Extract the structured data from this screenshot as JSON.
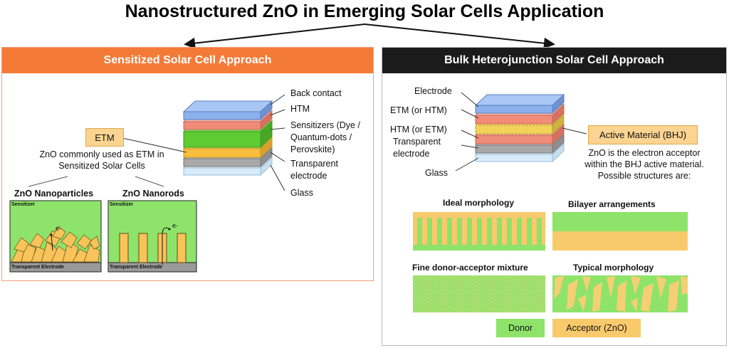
{
  "title": "Nanostructured ZnO in Emerging Solar Cells Application",
  "left_panel": {
    "header": "Sensitized Solar Cell Approach",
    "stack_labels": [
      "Back contact",
      "HTM",
      "Sensitizers (Dye /",
      "Quantum-dots /",
      "Perovskite)",
      "Transparent",
      "electrode",
      "Glass"
    ],
    "etm_tag": "ETM",
    "etm_caption_line1": "ZnO commonly used as ETM in",
    "etm_caption_line2": "Sensitized Solar Cells",
    "nanoparticles_title": "ZnO Nanoparticles",
    "nanorods_title": "ZnO Nanorods",
    "sensitizer_label": "Sensitizer",
    "transparent_electrode_label": "Transparent Electrode",
    "electron_label": "e-"
  },
  "right_panel": {
    "header": "Bulk Heterojunction Solar Cell Approach",
    "stack_labels": [
      "Electrode",
      "ETM (or HTM)",
      "HTM (or ETM)",
      "Transparent",
      "electrode",
      "Glass"
    ],
    "active_tag": "Active Material (BHJ)",
    "active_caption_line1": "ZnO is the electron acceptor",
    "active_caption_line2": "within the BHJ active material.",
    "active_caption_line3": "Possible structures are:",
    "morphologies": [
      "Ideal morphology",
      "Bilayer arrangements",
      "Fine donor-acceptor mixture",
      "Typical morphology"
    ],
    "legend_donor": "Donor",
    "legend_acceptor": "Acceptor (ZnO)"
  },
  "colors": {
    "orange": "#f47a38",
    "donor_green": "#8ee36a",
    "acceptor_yellow": "#f9ca6c",
    "tag_fill": "#fbd491"
  }
}
